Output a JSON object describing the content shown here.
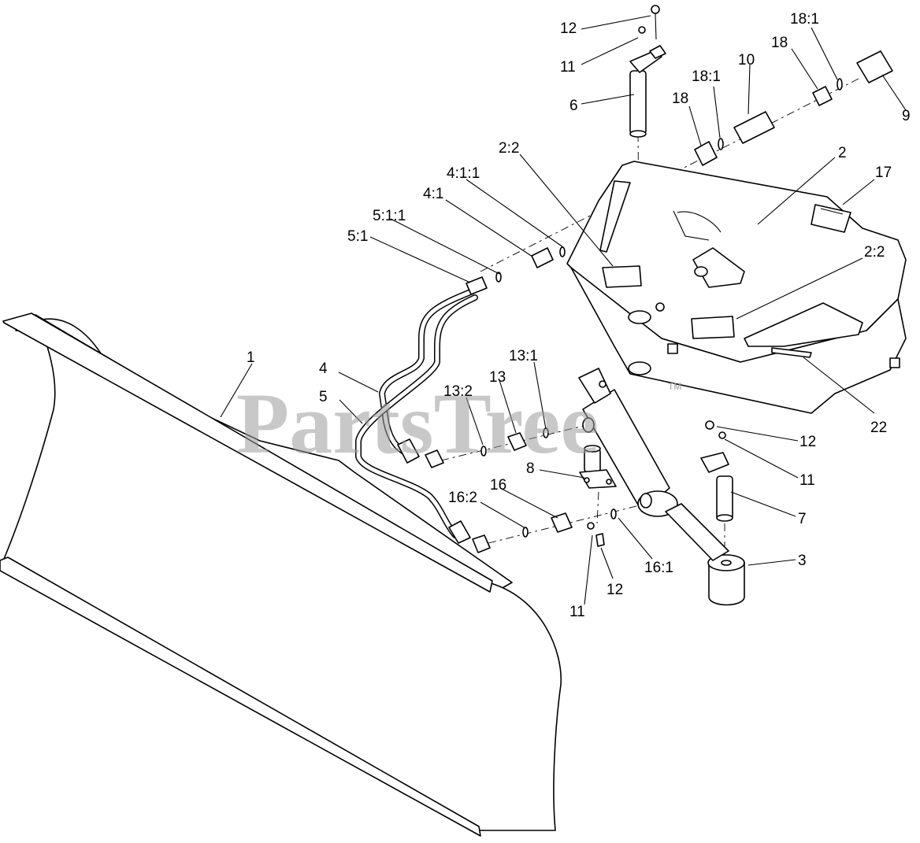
{
  "watermark": {
    "text": "PartsTree",
    "tm": "TM"
  },
  "callouts": [
    {
      "id": "c-1",
      "label": "1"
    },
    {
      "id": "c-2",
      "label": "2"
    },
    {
      "id": "c-2-2a",
      "label": "2:2"
    },
    {
      "id": "c-2-2b",
      "label": "2:2"
    },
    {
      "id": "c-3",
      "label": "3"
    },
    {
      "id": "c-4",
      "label": "4"
    },
    {
      "id": "c-4-1",
      "label": "4:1"
    },
    {
      "id": "c-4-1-1",
      "label": "4:1:1"
    },
    {
      "id": "c-5",
      "label": "5"
    },
    {
      "id": "c-5-1",
      "label": "5:1"
    },
    {
      "id": "c-5-1-1",
      "label": "5:1:1"
    },
    {
      "id": "c-6",
      "label": "6"
    },
    {
      "id": "c-7",
      "label": "7"
    },
    {
      "id": "c-8",
      "label": "8"
    },
    {
      "id": "c-9",
      "label": "9"
    },
    {
      "id": "c-10",
      "label": "10"
    },
    {
      "id": "c-11a",
      "label": "11"
    },
    {
      "id": "c-11b",
      "label": "11"
    },
    {
      "id": "c-11c",
      "label": "11"
    },
    {
      "id": "c-12a",
      "label": "12"
    },
    {
      "id": "c-12b",
      "label": "12"
    },
    {
      "id": "c-12c",
      "label": "12"
    },
    {
      "id": "c-13",
      "label": "13"
    },
    {
      "id": "c-13-1",
      "label": "13:1"
    },
    {
      "id": "c-13-2",
      "label": "13:2"
    },
    {
      "id": "c-16",
      "label": "16"
    },
    {
      "id": "c-16-1",
      "label": "16:1"
    },
    {
      "id": "c-16-2",
      "label": "16:2"
    },
    {
      "id": "c-17",
      "label": "17"
    },
    {
      "id": "c-18a",
      "label": "18"
    },
    {
      "id": "c-18b",
      "label": "18"
    },
    {
      "id": "c-18-1a",
      "label": "18:1"
    },
    {
      "id": "c-18-1b",
      "label": "18:1"
    },
    {
      "id": "c-22",
      "label": "22"
    }
  ]
}
